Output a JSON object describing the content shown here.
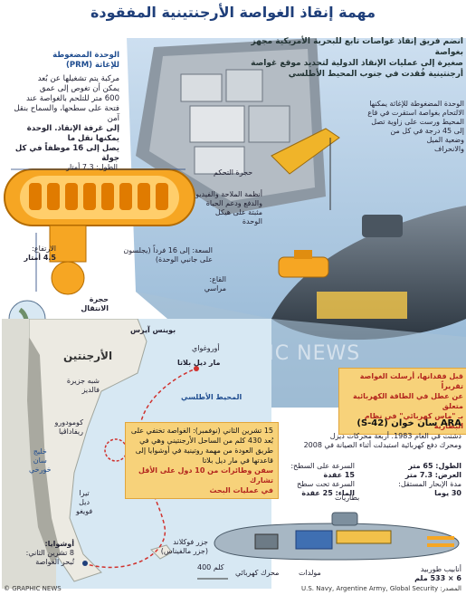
{
  "title": "مهمة إنقاذ الغواصة الأرجنتينية المفقودة",
  "intro": [
    "انضم فريق إنقاذ غواصات تابع للبحرية الأمريكية مجهز بغواصة",
    "صغيرة إلى عمليات الإنقاذ الدولية لتحديد موقع غواصة",
    "أرجنتينية فُقدت في جنوب المحيط الأطلسي"
  ],
  "prm": {
    "heading": [
      "الوحدة المضغوطة",
      "للإغاثة (PRM)"
    ],
    "body": [
      "مركبة يتم تشغيلها عن بُعد",
      "يمكن أن تغوص إلى عمق",
      "600 متر للتلحم بالغواصة عند",
      "فتحة على سطحها، والسماح بنقل آمن",
      "إلى غرفة الإنقاذ. الوحدة يمكنها نقل ما",
      "يصل إلى 16 موظفاً في كل جولة"
    ],
    "length": "الطول: 7.3 أمتار",
    "height_label": "الارتفاع:",
    "height_value": "4.5 أمتار",
    "capacity": [
      "السعة: إلى 16 فرداً (يجلسون",
      "على جانبي الوحدة)"
    ],
    "transfer": [
      "حجرة",
      "الانتقال"
    ],
    "mooring": [
      "القاع:",
      "مراسي"
    ]
  },
  "ship": {
    "control_room": "حجرة التحكم",
    "systems": [
      "أنظمة الملاحة والفيديو",
      "والدفع ودعم الحياة",
      "مثبتة على هيكل",
      "الوحدة"
    ],
    "docking": [
      "الوحدة المضغوطة للإغاثة يمكنها",
      "الالتحام بغواصة استقرت في قاع",
      "المحيط ورست على زاوية تصل",
      "إلى 45 درجة في كل من",
      "وضعية الميل",
      "والانحراف"
    ]
  },
  "lost": {
    "lines": [
      "قبل فقدانها، أرسلت الغواصة تقريراً",
      "عن عطل في الطاقة الكهربائية متعلق",
      "بـ \"ماس كهربائي\" في نظام البطارية"
    ]
  },
  "sub": {
    "name": "ARA سان خوان (S-42)",
    "desc": [
      "دشنت في العام 1983. أربعة محركات ديزل",
      "ومحرك دفع كهربائية استبدلت أثناء الصيانة في 2008"
    ],
    "speed_surface_label": "السرعة على السطح:",
    "speed_surface_value": "15 عقدة",
    "speed_under_label": "السرعة تحت سطح",
    "speed_under_value": "الماء: 25 عقدة",
    "length": "الطول: 65 متر",
    "width": "العرض: 7.3 متر",
    "range_label": "مدة الإبحار المستقل:",
    "range_value": "30 يوما",
    "batteries": "بطاريات",
    "generators": "مولدات",
    "motor": "محرك كهربائي",
    "tubes": "أنابيب طوربيد",
    "tubes_dim": "6 × 533 ملم"
  },
  "map": {
    "buenos_aires": "بوينس آيرس",
    "uruguay": "أوروغواي",
    "argentina": "الأرجنتين",
    "mar_del_plata": "مار ديل بلاتا",
    "valdes": [
      "شبه جزيرة",
      "فالديز"
    ],
    "comodoro": [
      "كومودورو",
      "ريفاداڤيا"
    ],
    "gulf": [
      "خليج",
      "سان",
      "خورخي"
    ],
    "tierra": [
      "تيرا",
      "ديل",
      "فويغو"
    ],
    "malvinas": [
      "جزر فوكلاند",
      "(جزر مالفيناس)"
    ],
    "ushuaia": "أوشوايا:",
    "ushuaia_date": [
      "8 تشرين الثاني:",
      "تُبحر الغواصة"
    ],
    "ocean": "المحيط الأطلسي",
    "scale": "400 كلم",
    "nov15": [
      "15 تشرين الثاني (نوفمبر): الغواصة تختفي على",
      "بُعد 430 كلم من الساحل الأرجنتيني وهي في",
      "طريق العودة من مهمة روتينية في أوشوايا إلى",
      "قاعدتها في مار ديل بلاتا"
    ],
    "search": [
      "سفن وطائرات من 10 دول على الأقل تشارك",
      "في عمليات البحث"
    ]
  },
  "source": "المصدر: U.S. Navy, Argentine Army, Global Security",
  "credit": "© GRAPHIC NEWS",
  "watermark": "GRAPHIC NEWS",
  "colors": {
    "title": "#1f3f7a",
    "sea": "#b8d0e3",
    "callout": "#f7d27a",
    "accent": "#b3261e",
    "capsule": "#f6a623"
  }
}
